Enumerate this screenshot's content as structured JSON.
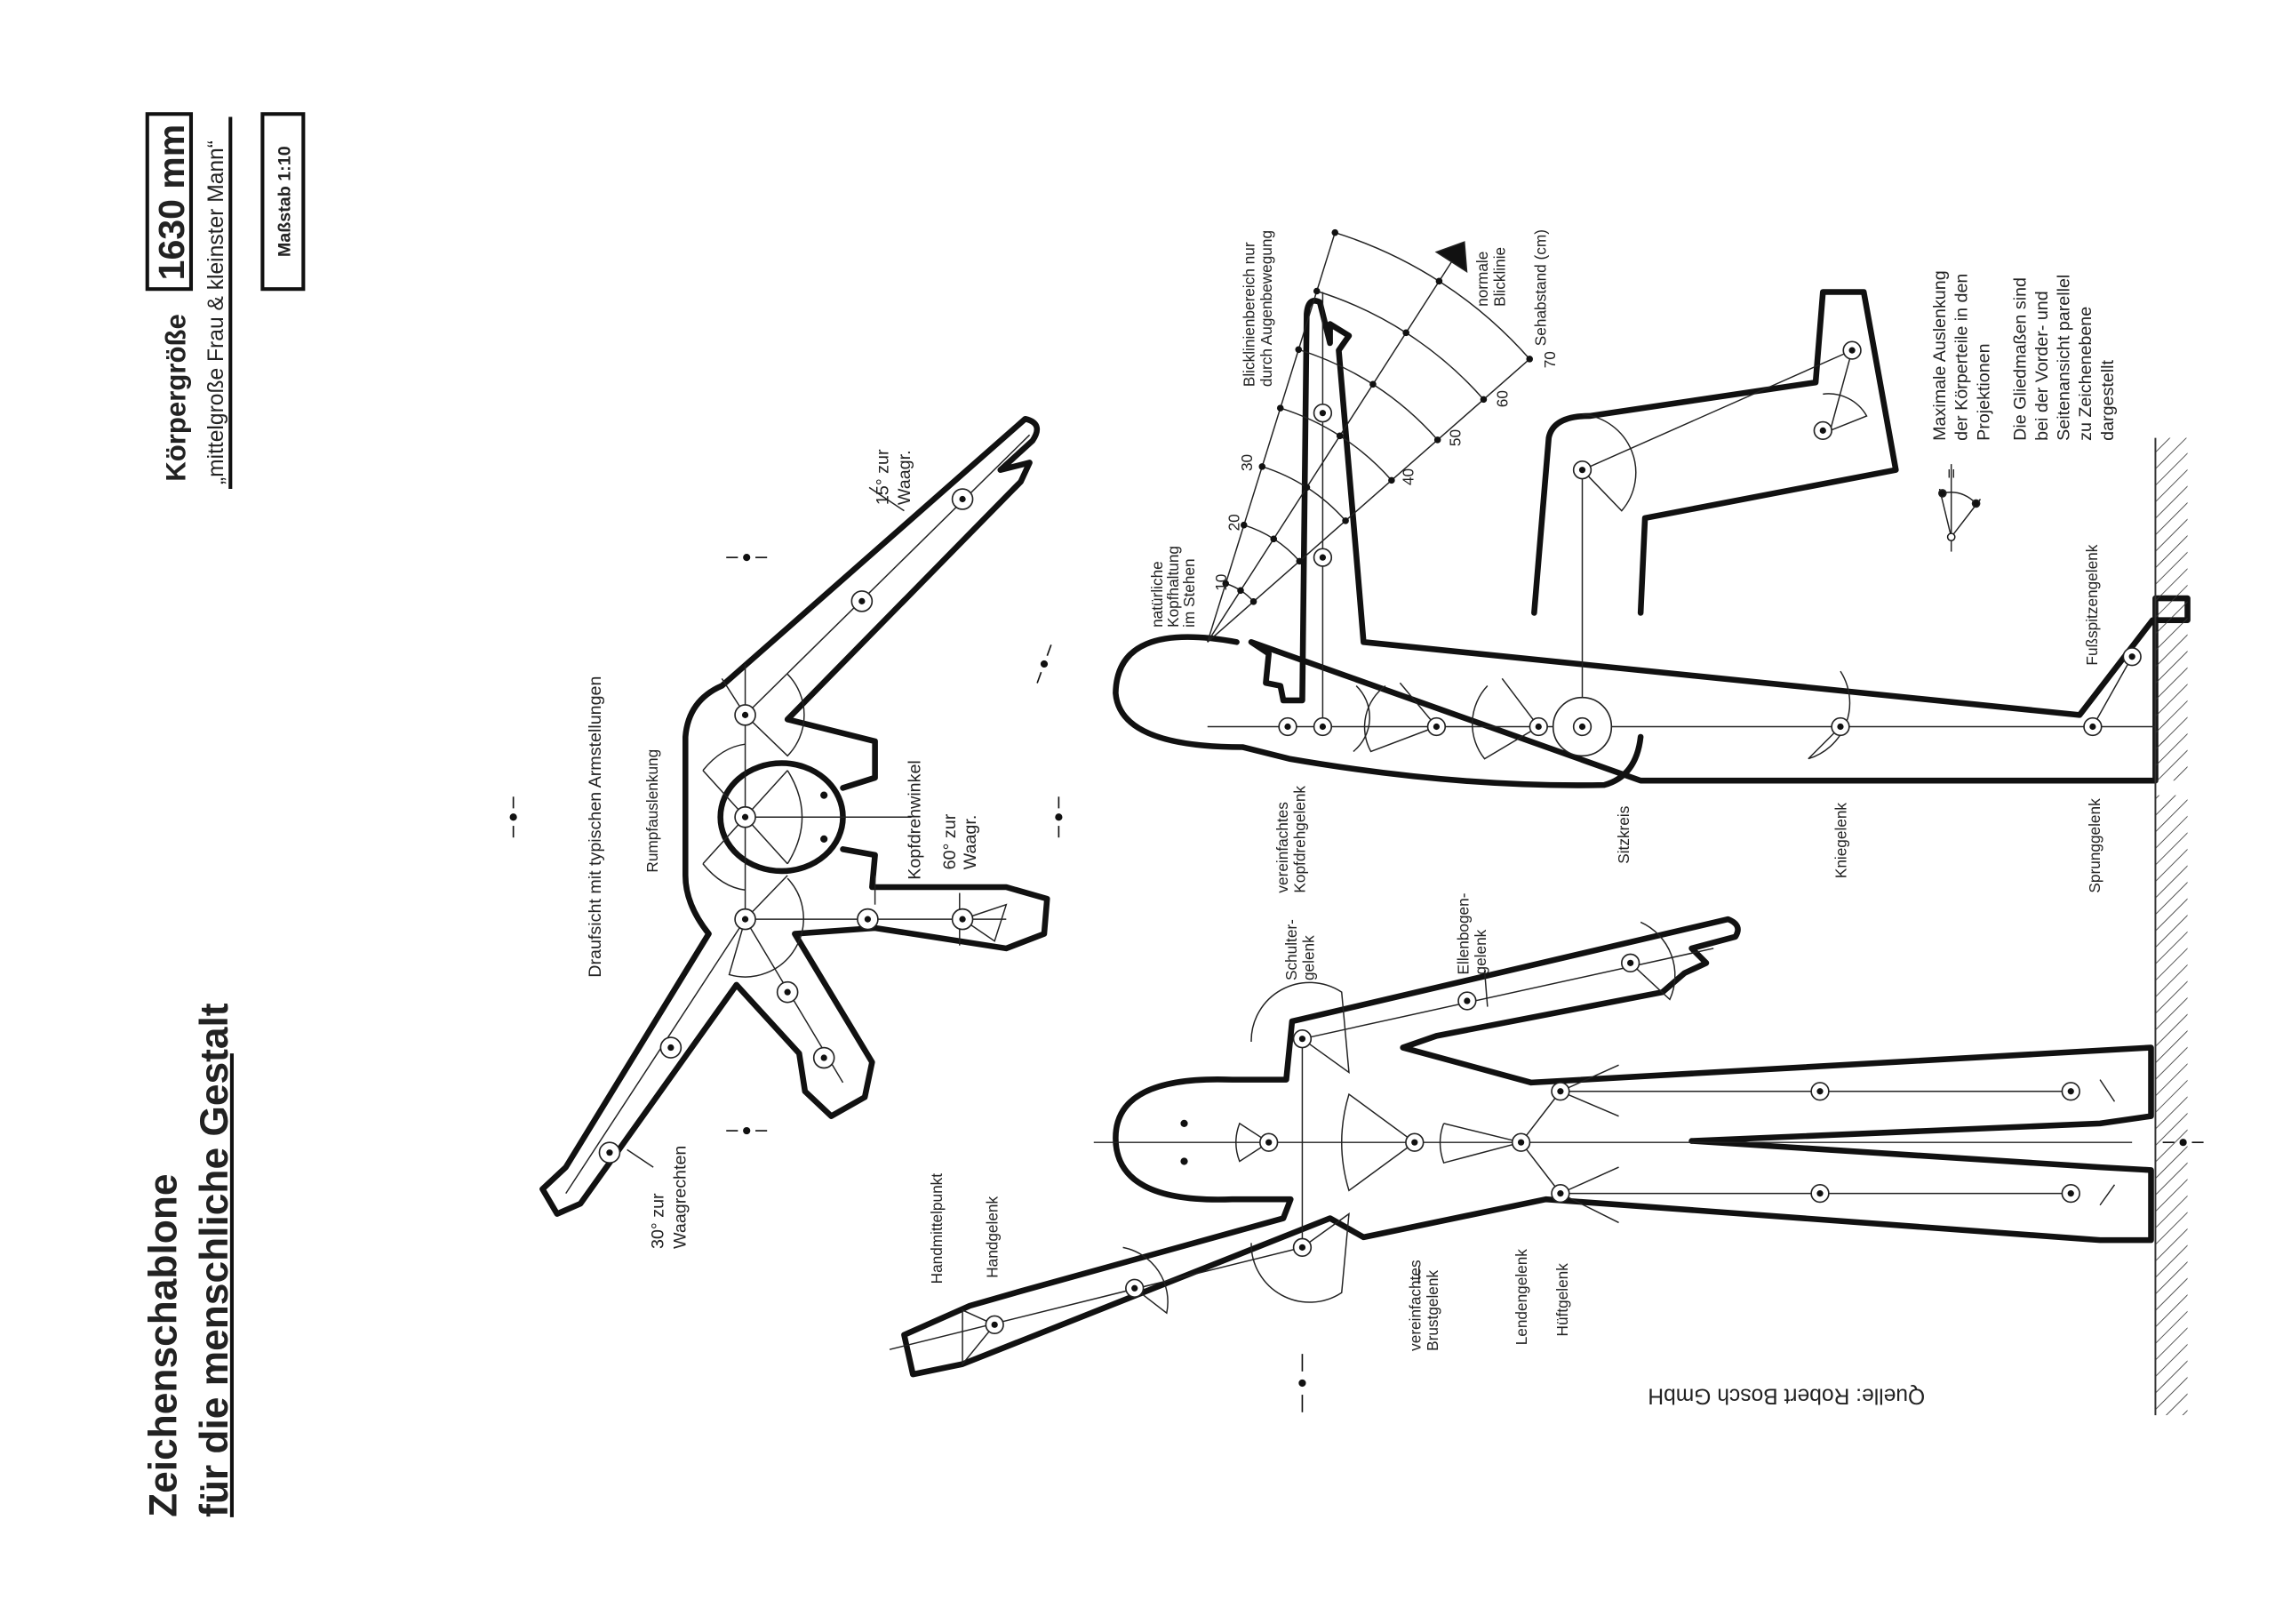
{
  "title": {
    "line1": "Zeichenschablone",
    "line2": "für die menschliche Gestalt"
  },
  "size": {
    "label": "Körpergröße",
    "value": "1630 mm",
    "subtitle": "„mittelgroße Frau & kleinster Mann“"
  },
  "scale": "Maßstab 1:10",
  "top_view": {
    "caption": "Draufsicht mit typischen Armstellungen",
    "trunk": "Rumpfauslenkung",
    "head_turn": "Kopfdrehwinkel",
    "angle60": [
      "60° zur",
      "Waagr."
    ],
    "angle15": [
      "15° zur",
      "Waagr."
    ],
    "angle30": [
      "30° zur",
      "Waagrechten"
    ]
  },
  "front_view": {
    "hand_center": "Handmittelpunkt",
    "wrist": "Handgelenk",
    "chest": [
      "vereinfachtes",
      "Brustgelenk"
    ],
    "lumbar": "Lendengelenk",
    "hip": "Hüftgelenk",
    "shoulder": [
      "Schulter-",
      "gelenk"
    ],
    "elbow": [
      "Ellenbogen-",
      "gelenk"
    ]
  },
  "side_view": {
    "head_joint": [
      "vereinfachtes",
      "Kopfdrehgelenk"
    ],
    "seat": "Sitzkreis",
    "knee": "Kniegelenk",
    "ankle": "Sprunggelenk",
    "toe": "Fußspitzengelenk",
    "head_posture": [
      "natürliche",
      "Kopfhaltung",
      "im Stehen"
    ],
    "eye_range": [
      "Blicklinienbereich nur",
      "durch Augenbewegung"
    ],
    "normal_line": [
      "normale",
      "Blicklinie"
    ],
    "distance_label": "Sehabstand (cm)",
    "distances": [
      "10",
      "20",
      "30",
      "40",
      "50",
      "60",
      "70"
    ]
  },
  "legend": {
    "symbol": "=",
    "note1": [
      "Maximale Auslenkung",
      "der Körperteile in den",
      "Projektionen"
    ],
    "note2": [
      "Die Gliedmaßen sind",
      "bei der Vorder- und",
      "Seitenansicht parellel",
      "zu Zeichenebene",
      "dargestellt"
    ]
  },
  "source": "Quelle: Robert Bosch GmbH"
}
